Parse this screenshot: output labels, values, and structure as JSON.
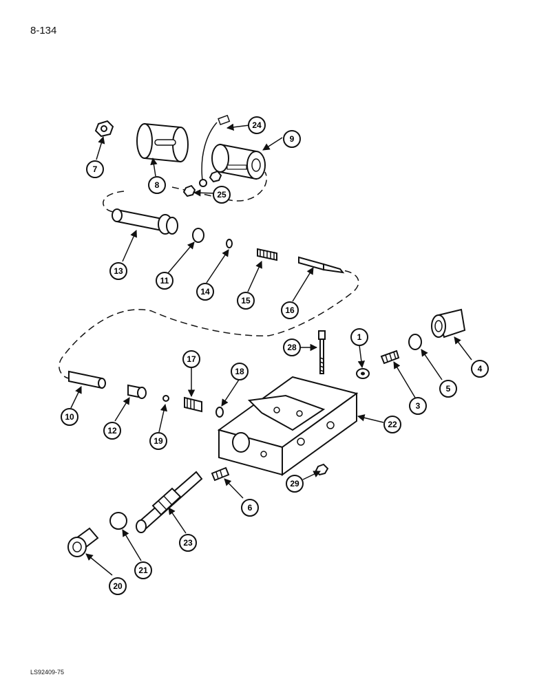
{
  "page": {
    "number": "8-134",
    "figure_code": "LS92409-75"
  },
  "callouts": [
    "1",
    "3",
    "4",
    "5",
    "6",
    "7",
    "8",
    "9",
    "10",
    "11",
    "12",
    "13",
    "14",
    "15",
    "16",
    "17",
    "18",
    "19",
    "20",
    "21",
    "22",
    "23",
    "24",
    "25",
    "28",
    "29"
  ]
}
